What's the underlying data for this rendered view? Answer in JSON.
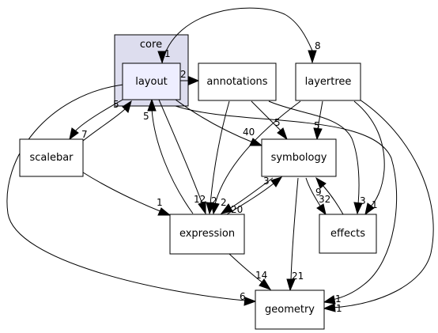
{
  "cluster": {
    "label": "core"
  },
  "nodes": {
    "layout": "layout",
    "annotations": "annotations",
    "layertree": "layertree",
    "scalebar": "scalebar",
    "symbology": "symbology",
    "expression": "expression",
    "effects": "effects",
    "geometry": "geometry"
  },
  "edges": {
    "layertree_to_layout": "1",
    "layout_to_layertree": "8",
    "layout_to_annotations": "2",
    "annotations_to_layout": "5",
    "layout_to_scalebar": "7",
    "scalebar_to_layout": "5",
    "layout_to_symbology": "40",
    "annotations_to_symbology": "5",
    "layertree_to_symbology": "5",
    "layout_to_expression": "12",
    "annotations_to_expression": "2",
    "layertree_to_expression": "2",
    "scalebar_to_expression": "1",
    "symbology_to_expression": "20",
    "expression_to_symbology": "3",
    "symbology_to_effects": "9",
    "effects_to_symbology": "32",
    "annotations_to_effects": "3",
    "layertree_to_effects": "1",
    "layout_to_geometry": "6",
    "expression_to_geometry": "14",
    "symbology_to_geometry": "21",
    "layertree_to_geometry": "1",
    "annotations_to_geometry": "1"
  }
}
